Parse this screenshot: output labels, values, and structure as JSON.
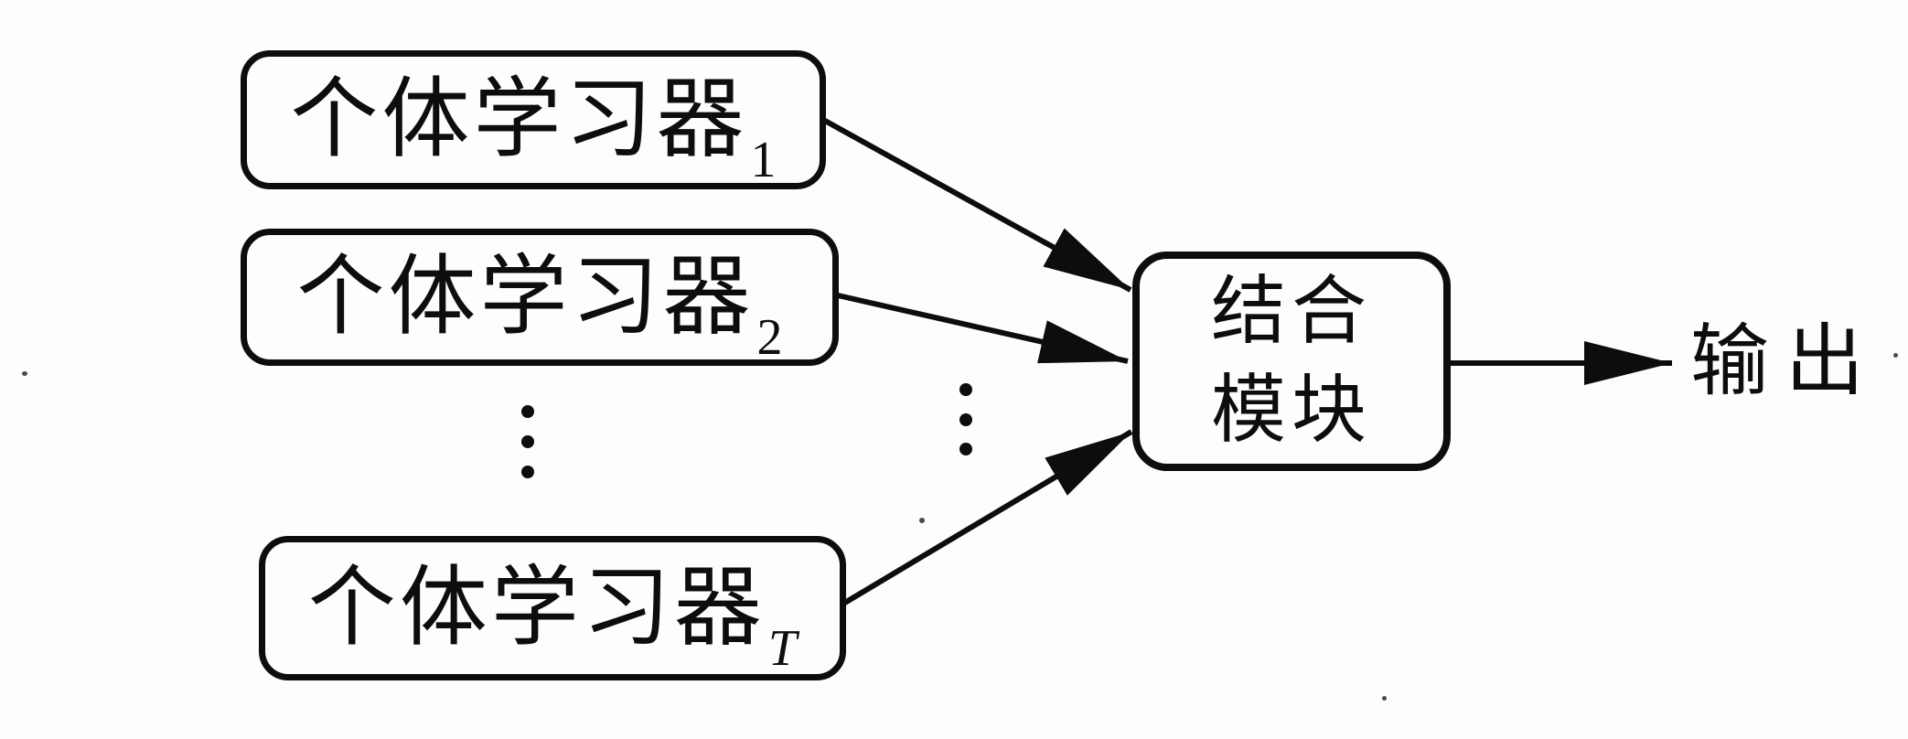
{
  "diagram": {
    "title_semantics": "ensemble-learning-architecture",
    "learners": [
      {
        "label": "个体学习器",
        "subscript": "1"
      },
      {
        "label": "个体学习器",
        "subscript": "2"
      },
      {
        "label": "个体学习器",
        "subscript": "T"
      }
    ],
    "ellipsis_between_learners": "⋮",
    "ellipsis_between_arrows": "⋮",
    "combiner": {
      "line1": "结合",
      "line2": "模块"
    },
    "output_label": "输出"
  },
  "colors": {
    "ink": "#0d0d0d",
    "paper": "#fdfdfd"
  }
}
